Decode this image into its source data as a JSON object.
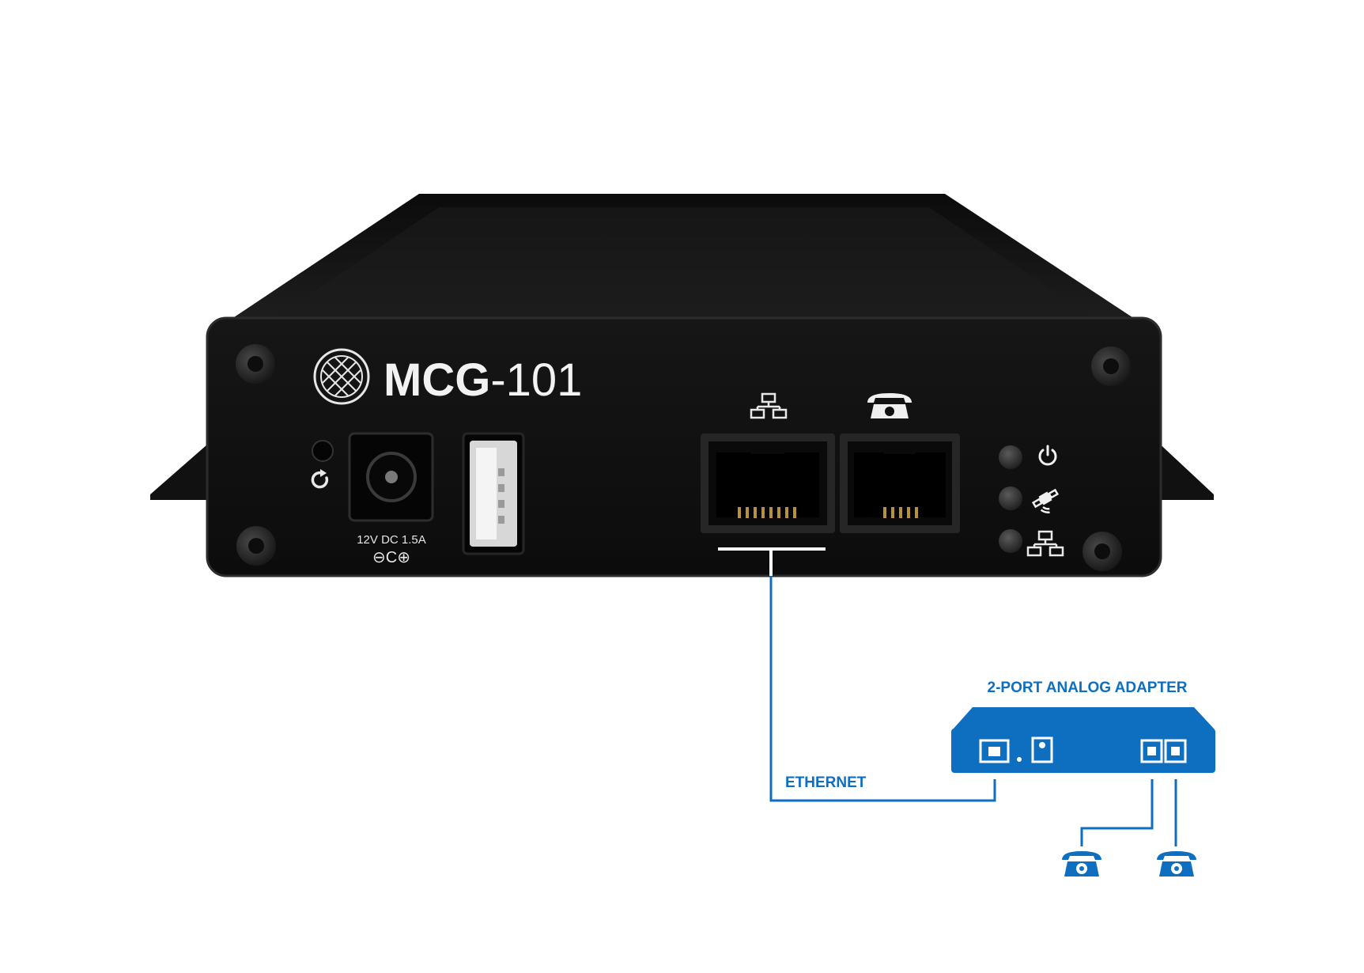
{
  "device": {
    "brand_bold": "MCG",
    "brand_light": "-101",
    "power_label": "12V DC 1.5A",
    "polarity_symbol": "⊖C⊕"
  },
  "diagram": {
    "adapter_label": "2-PORT ANALOG ADAPTER",
    "ethernet_label": "ETHERNET"
  },
  "icons": {
    "reset": "reset-icon",
    "network": "network-icon",
    "phone": "phone-icon",
    "power": "power-icon",
    "satellite": "satellite-icon"
  },
  "colors": {
    "accent_blue": "#0e6fc0",
    "device_black": "#121212"
  }
}
